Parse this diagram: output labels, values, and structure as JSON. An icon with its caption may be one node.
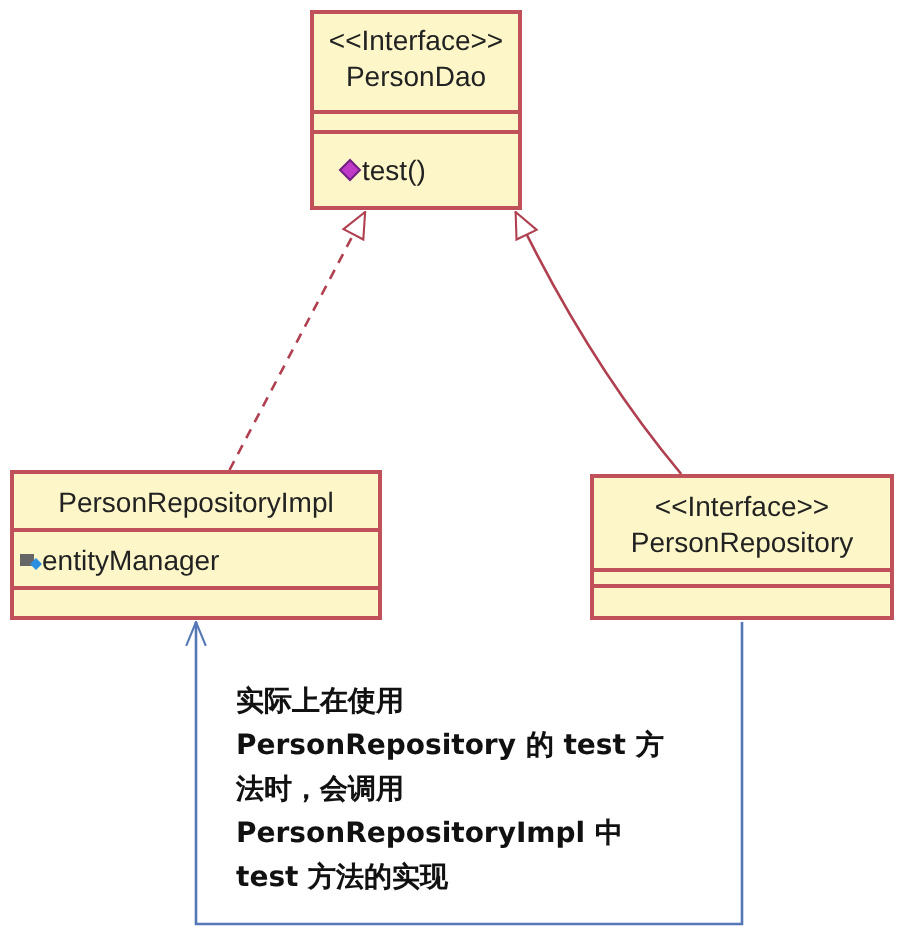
{
  "diagram": {
    "nodes": [
      {
        "text": [
          "<<Interface>>",
          "PersonDao",
          "test()"
        ]
      },
      {
        "text": [
          "PersonRepositoryImpl",
          "entityManager"
        ]
      },
      {
        "text": [
          "<<Interface>>",
          "PersonRepository"
        ]
      }
    ],
    "edges": [
      {
        "from": 1,
        "to": 0,
        "arrow": "to",
        "style": "dashed"
      },
      {
        "from": 2,
        "to": 0,
        "arrow": "to"
      },
      {
        "from": 2,
        "to": 1,
        "arrow": "to",
        "color": "#5577b5"
      }
    ],
    "labels": [
      "实际上在使用 PersonRepository 的 test 方法时，会调用 PersonRepositoryImpl 中 test 方法的实现"
    ]
  }
}
